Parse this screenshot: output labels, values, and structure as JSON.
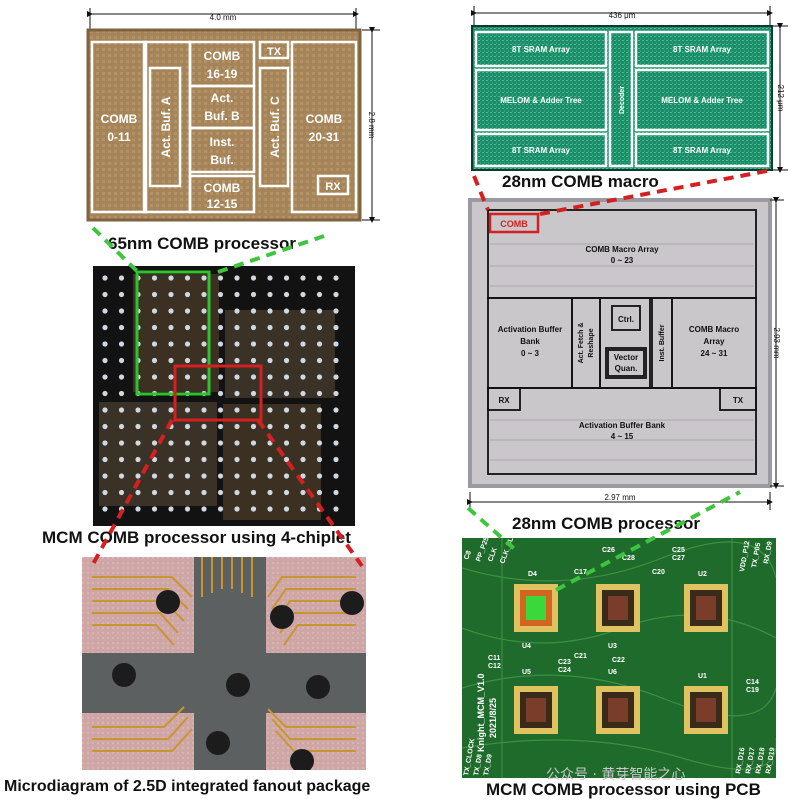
{
  "captions": {
    "p65": "65nm COMB processor",
    "macro": "28nm COMB macro",
    "mcm": "MCM COMB processor using 4-chiplet",
    "micro": "Microdiagram of 2.5D integrated fanout package",
    "p28": "28nm COMB processor",
    "pcb": "MCM COMB processor using PCB"
  },
  "dims": {
    "p65_w": "4.0 mm",
    "p65_h": "2.8 mm",
    "macro_w": "436 μm",
    "macro_h": "212 μm",
    "p28_w": "2.97 mm",
    "p28_h": "2.93 mm"
  },
  "chip65": {
    "comb_0_11": [
      "COMB",
      "0-11"
    ],
    "act_a": "Act. Buf. A",
    "comb_16_19": [
      "COMB",
      "16-19"
    ],
    "act_b": [
      "Act.",
      "Buf. B"
    ],
    "inst": [
      "Inst.",
      "Buf."
    ],
    "comb_12_15": [
      "COMB",
      "12-15"
    ],
    "tx": "TX",
    "act_c": "Act. Buf. C",
    "comb_20_31": [
      "COMB",
      "20-31"
    ],
    "rx": "RX"
  },
  "macro": {
    "sram_tl": "8T SRAM Array",
    "sram_tr": "8T SRAM Array",
    "melom_l": "MELOM & Adder Tree",
    "melom_r": "MELOM & Adder Tree",
    "sram_bl": "8T SRAM Array",
    "sram_br": "8T SRAM Array",
    "decoder": "Decoder"
  },
  "chip28": {
    "comb": "COMB",
    "array_top": [
      "COMB Macro Array",
      "0 ~ 23"
    ],
    "act_bank_left": [
      "Activation Buffer",
      "Bank",
      "0 ~ 3"
    ],
    "act_fetch": [
      "Act. Fetch &",
      "Reshape"
    ],
    "ctrl": "Ctrl.",
    "vq": [
      "Vector",
      "Quan."
    ],
    "inst_buf": "Inst. Buffer",
    "array_right": [
      "COMB Macro",
      "Array",
      "24 ~ 31"
    ],
    "rx": "RX",
    "tx": "TX",
    "act_bank_bottom": [
      "Activation Buffer Bank",
      "4 ~ 15"
    ]
  },
  "pcb": {
    "silk_top": [
      "C8",
      "PP_P25",
      "CLK",
      "CLK_SLOW",
      "C26",
      "C28",
      "C25",
      "C27",
      "VDD_P12",
      "TX_P05",
      "RX_D9"
    ],
    "d4": "D4",
    "u4": "U4",
    "u3": "U3",
    "u2": "U2",
    "u5": "U5",
    "u6": "U6",
    "u1": "U1",
    "c17": "C17",
    "c20": "C20",
    "c22": "C22",
    "c23": "C23",
    "c24": "C24",
    "c21": "C21",
    "c11": "C11",
    "c12": "C12",
    "c14": "C14",
    "c19": "C19",
    "board_name": "Knight_MCM_V1.0",
    "date": "2021/8/25",
    "left_bottom": [
      "TX_CLOCK",
      "TX_D8",
      "TX_D9"
    ],
    "right_bottom": [
      "RX_D16",
      "RX_D17",
      "RX_D18",
      "RX_D19"
    ]
  },
  "watermark": "公众号 · 黄芽智能之心",
  "colors": {
    "die65": "#a7865a",
    "board": "#1f6b2c",
    "green_box": "#2ec22e",
    "red_box": "#d42020",
    "dash_red": "#d42020",
    "dash_green": "#3ec43e"
  }
}
